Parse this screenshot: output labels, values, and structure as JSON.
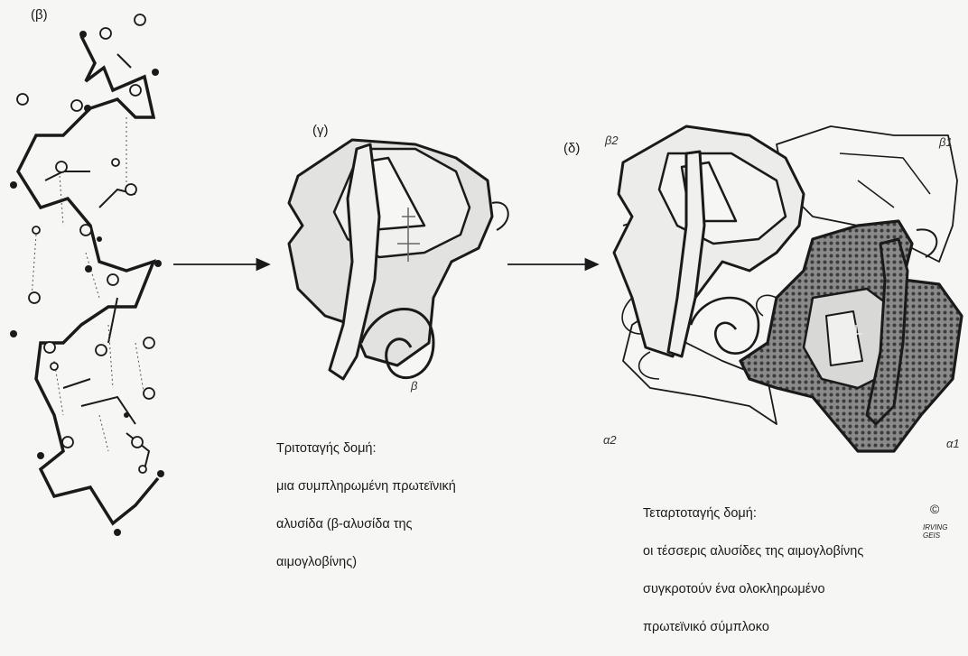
{
  "panels": {
    "secondary": {
      "label": "(β)"
    },
    "tertiary": {
      "label": "(γ)",
      "chain_label": "β",
      "caption_line1": "Τριτοταγής δομή:",
      "caption_line2": "μια συμπληρωμένη πρωτεϊνική",
      "caption_line3": "αλυσίδα (β-αλυσίδα της",
      "caption_line4": "αιμογλοβίνης)"
    },
    "quaternary": {
      "label": "(δ)",
      "chain_b2": "β2",
      "chain_b1": "β1",
      "chain_a2": "α2",
      "chain_a1": "α1",
      "caption_line1": "Τεταρτοταγής δομή:",
      "caption_line2": "οι τέσσερις αλυσίδες της αιμογλοβίνης",
      "caption_line3": "συγκροτούν ένα ολοκληρωμένο",
      "caption_line4": "πρωτεϊνικό σύμπλοκο",
      "copyright": "©",
      "signature": "IRVING GEIS"
    }
  },
  "colors": {
    "ink": "#1a1a1a",
    "paper": "#f6f6f4",
    "shade": "#e2e2e0",
    "dark_fill": "#6e6e6e"
  }
}
